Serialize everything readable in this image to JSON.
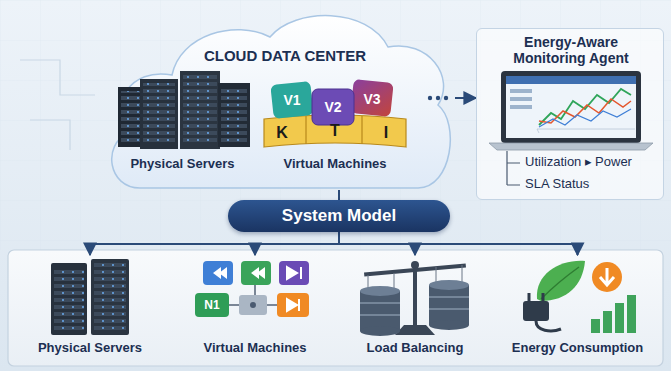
{
  "diagram": {
    "nodes": [
      {
        "text": [
          "CLOUD DATA CENTER"
        ]
      },
      {
        "text": [
          "Physical Servers"
        ],
        "in": 0
      },
      {
        "text": [
          "Virtual Machines"
        ],
        "in": 0
      },
      {
        "text": [
          "Energy-Aware Monitoring Agent",
          "Utilization ▸ Power",
          "SLA Status"
        ]
      },
      {
        "text": [
          "System Model"
        ]
      },
      {
        "text": [
          "Physical Servers"
        ]
      },
      {
        "text": [
          "Virtual Machines"
        ]
      },
      {
        "text": [
          "Load Balancing"
        ]
      },
      {
        "text": [
          "Energy Consumption"
        ]
      }
    ],
    "edges": [
      {
        "from": 0,
        "to": 4,
        "arrow": "none"
      },
      {
        "from": 4,
        "to": 5,
        "arrow": "to"
      },
      {
        "from": 4,
        "to": 6,
        "arrow": "to"
      },
      {
        "from": 4,
        "to": 7,
        "arrow": "to"
      },
      {
        "from": 4,
        "to": 8,
        "arrow": "to"
      },
      {
        "from": 0,
        "to": 3,
        "arrow": "to"
      }
    ],
    "labels": [
      "V1",
      "V2",
      "V3",
      "K",
      "T",
      "I",
      "N1"
    ]
  }
}
